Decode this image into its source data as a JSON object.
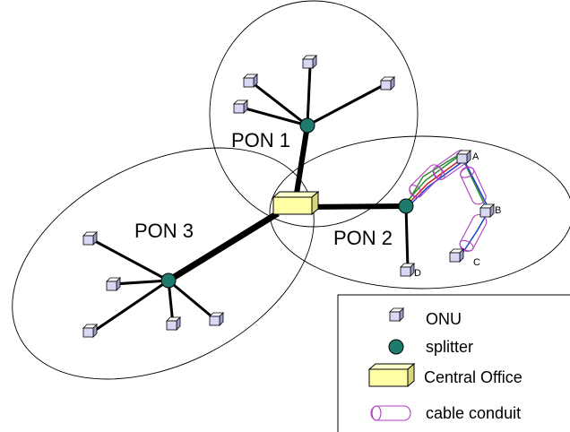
{
  "pon_labels": {
    "pon1": "PON 1",
    "pon2": "PON 2",
    "pon3": "PON 3"
  },
  "onu_labels": {
    "a": "A",
    "b": "B",
    "c": "C",
    "d": "D"
  },
  "legend": {
    "onu": "ONU",
    "splitter": "splitter",
    "central_office": "Central Office",
    "cable_conduit": "cable conduit"
  },
  "colors": {
    "onu_fill": "#d8d8f4",
    "splitter_fill": "#1f7a6e",
    "central_office_fill": "#ffffa6",
    "conduit_stroke": "#b040c0",
    "fiber_green": "#2e8b2e",
    "fiber_blue": "#1a3fd0",
    "fiber_red": "#d02020"
  },
  "icons": {
    "onu": "onu-icon",
    "splitter": "splitter-icon",
    "central_office": "central-office-icon",
    "cable_conduit": "cable-conduit-icon"
  }
}
